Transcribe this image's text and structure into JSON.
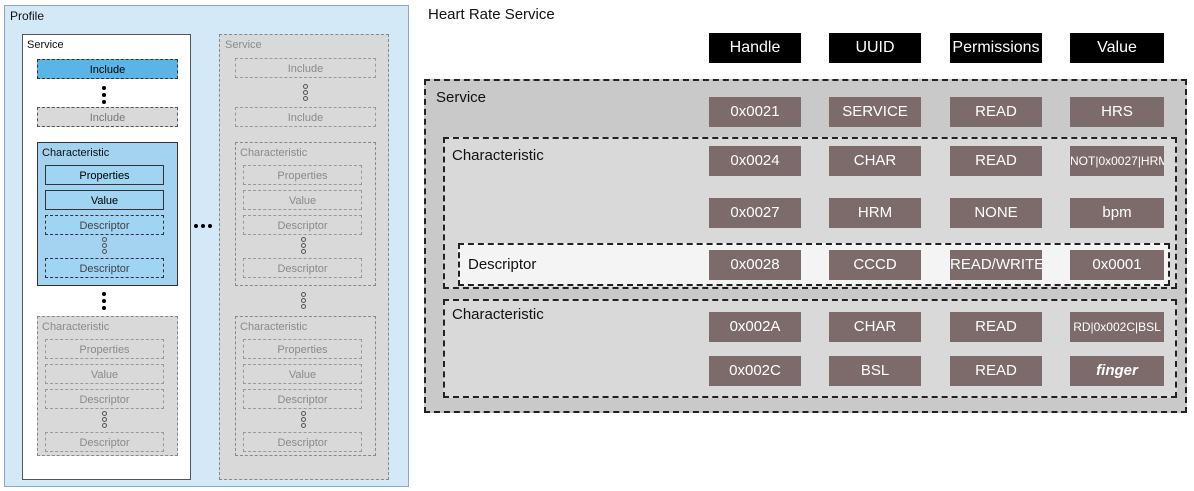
{
  "profile": {
    "label": "Profile",
    "service_label": "Service",
    "include_label": "Include",
    "characteristic_label": "Characteristic",
    "properties_label": "Properties",
    "value_label": "Value",
    "descriptor_label": "Descriptor"
  },
  "hrs": {
    "title": "Heart Rate Service",
    "columns": [
      "Handle",
      "UUID",
      "Permissions",
      "Value"
    ],
    "service_label": "Service",
    "characteristic_label": "Characteristic",
    "descriptor_label": "Descriptor",
    "rows": [
      [
        "0x0021",
        "SERVICE",
        "READ",
        "HRS"
      ],
      [
        "0x0024",
        "CHAR",
        "READ",
        "NOT|0x0027|HRM"
      ],
      [
        "0x0027",
        "HRM",
        "NONE",
        "bpm"
      ],
      [
        "0x0028",
        "CCCD",
        "READ/WRITE",
        "0x0001"
      ],
      [
        "0x002A",
        "CHAR",
        "READ",
        "RD|0x002C|BSL"
      ],
      [
        "0x002C",
        "BSL",
        "READ",
        "finger"
      ]
    ]
  },
  "colors": {
    "profile_bg": "#d4e9f7",
    "highlight_blue": "#5ab4e6",
    "cell_bg": "#7d6b6b",
    "header_bg": "#000000"
  }
}
